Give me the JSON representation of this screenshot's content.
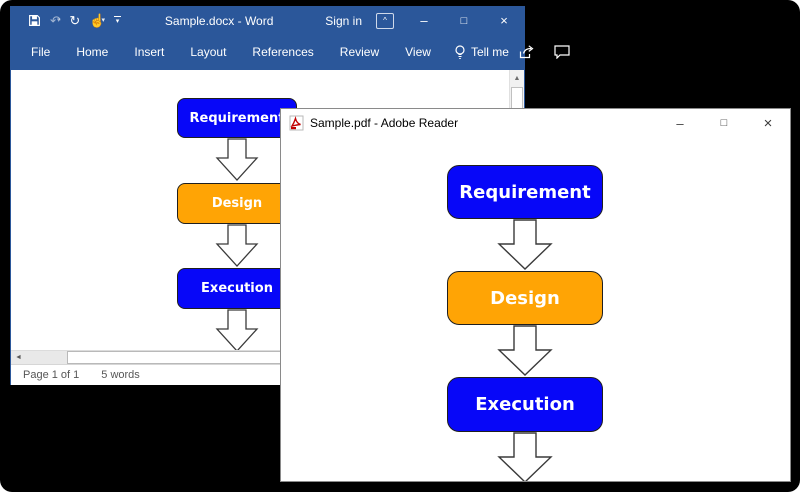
{
  "glyphs": {
    "minimize": "–",
    "maximize": "□",
    "close": "×",
    "undo": "↶",
    "redo": "↻",
    "touch_mode": "☝",
    "caret_down": "▾",
    "chevron_up": "^",
    "scroll_up": "▲",
    "scroll_left": "◄"
  },
  "word_window": {
    "titlebar": {
      "title": "Sample.docx - Word",
      "sign_in": "Sign in"
    },
    "ribbon": {
      "tabs": [
        "File",
        "Home",
        "Insert",
        "Layout",
        "References",
        "Review",
        "View"
      ],
      "tell_me": "Tell me"
    },
    "status_bar": {
      "page_info": "Page 1 of 1",
      "word_count": "5 words"
    }
  },
  "pdf_window": {
    "titlebar": {
      "title": "Sample.pdf - Adobe Reader"
    }
  },
  "flowchart": {
    "nodes": [
      {
        "label": "Requirement",
        "color": "#0707f8",
        "text_color": "#ffffff"
      },
      {
        "label": "Design",
        "color": "#ffa405",
        "text_color": "#ffffff"
      },
      {
        "label": "Execution",
        "color": "#0707f8",
        "text_color": "#ffffff"
      }
    ]
  },
  "colors": {
    "word_titlebar": "#2b579a",
    "pdf_border": "#8a8a8a",
    "canvas_bg": "#000000"
  }
}
